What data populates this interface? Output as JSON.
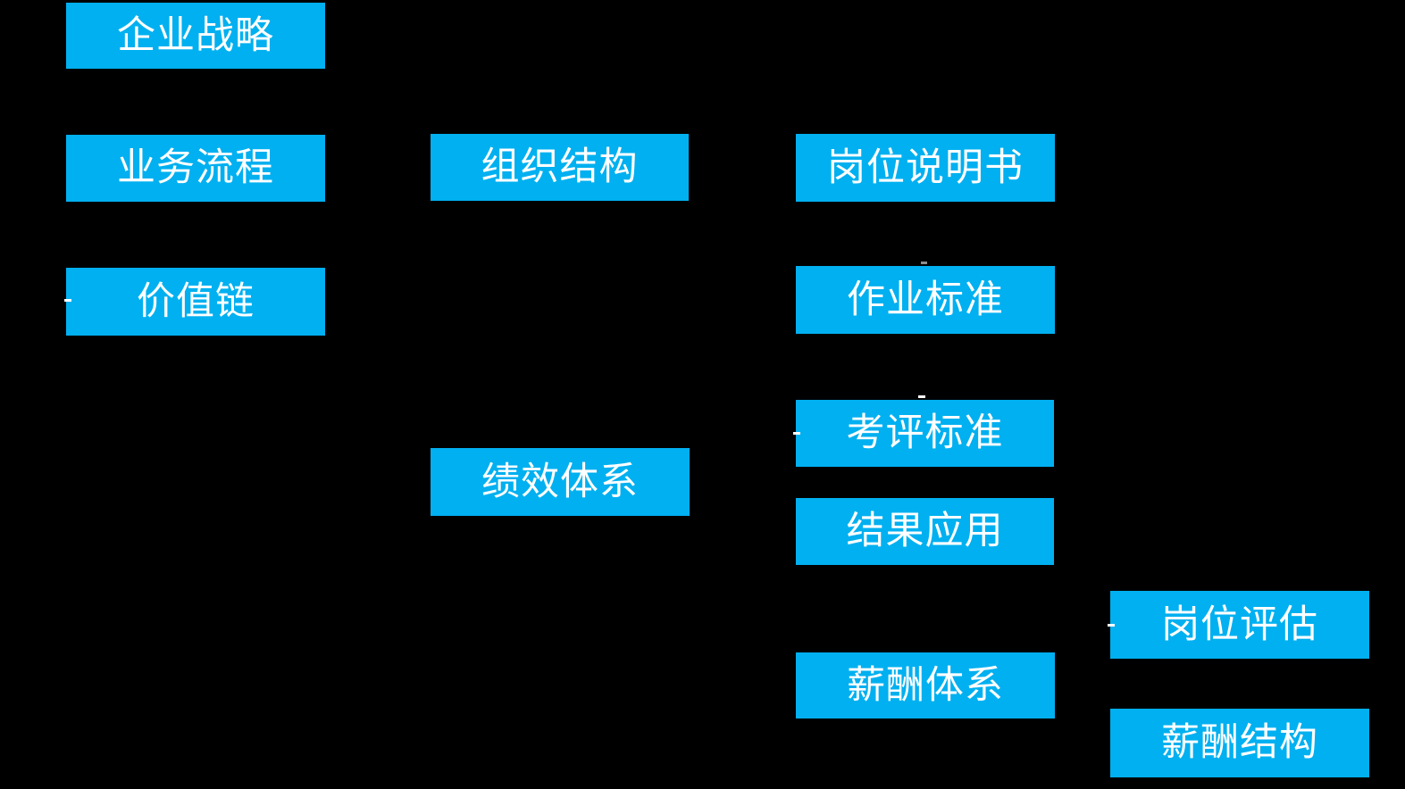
{
  "diagram": {
    "background_color": "#000000",
    "node_fill_color": "#00B0F0",
    "node_text_color": "#FFFFFF",
    "nodes": [
      {
        "id": "enterprise-strategy",
        "label": "企业战略"
      },
      {
        "id": "business-process",
        "label": "业务流程"
      },
      {
        "id": "value-chain",
        "label": "价值链"
      },
      {
        "id": "organization-structure",
        "label": "组织结构"
      },
      {
        "id": "performance-system",
        "label": "绩效体系"
      },
      {
        "id": "job-description",
        "label": "岗位说明书"
      },
      {
        "id": "operation-standard",
        "label": "作业标准"
      },
      {
        "id": "evaluation-standard",
        "label": "考评标准"
      },
      {
        "id": "result-application",
        "label": "结果应用"
      },
      {
        "id": "compensation-system",
        "label": "薪酬体系"
      },
      {
        "id": "job-evaluation",
        "label": "岗位评估"
      },
      {
        "id": "compensation-structure",
        "label": "薪酬结构"
      }
    ]
  }
}
